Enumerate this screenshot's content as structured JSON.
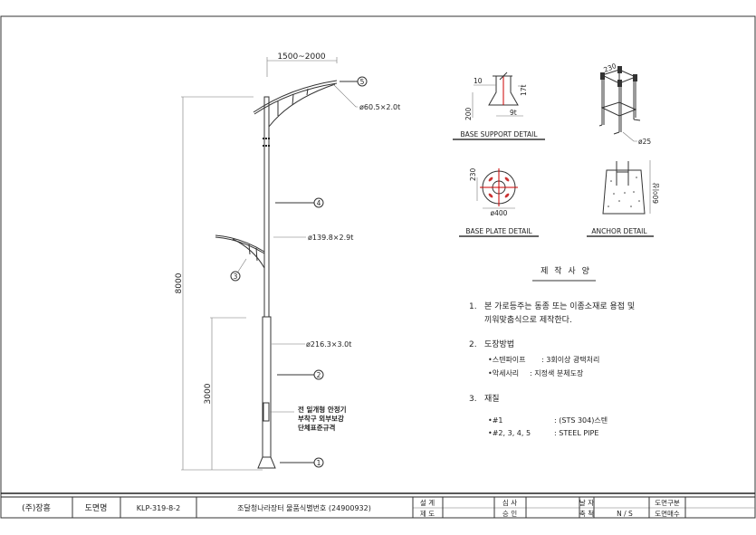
{
  "drawing": {
    "dimensions": {
      "arm_reach": "1500~2000",
      "total_height": "8000",
      "lower_height": "3000"
    },
    "callouts": {
      "arm_pipe": "ø60.5×2.0t",
      "upper_pipe": "ø139.8×2.9t",
      "lower_pipe": "ø216.3×3.0t",
      "ballast_note": [
        "전 일개형 안정기",
        "부착구 외부보강",
        "단체표준규격"
      ]
    },
    "part_numbers": [
      "1",
      "2",
      "3",
      "4",
      "5"
    ],
    "details": {
      "base_support": {
        "title": "BASE SUPPORT DETAIL",
        "dims": [
          "10",
          "17t",
          "200",
          "9t"
        ]
      },
      "anchor_cage": {
        "dims": [
          "230",
          "ø25"
        ]
      },
      "base_plate": {
        "title": "BASE PLATE DETAIL",
        "dims": [
          "230",
          "ø400"
        ]
      },
      "anchor": {
        "title": "ANCHOR DETAIL",
        "dims": [
          "60이상"
        ]
      }
    }
  },
  "spec": {
    "title": "제 작 사 양",
    "items": [
      {
        "num": "1.",
        "lines": [
          "본 가로등주는 동종 또는 이종소재로 용접 및",
          "끼워맞춤식으로 제작한다."
        ]
      },
      {
        "num": "2.",
        "lines": [
          "도장방법"
        ],
        "bullets": [
          [
            "•스텐파이프",
            ": 3회이상 광택처리"
          ],
          [
            "•악세사리",
            ": 지정색 분체도장"
          ]
        ]
      },
      {
        "num": "3.",
        "lines": [
          "재질"
        ],
        "bullets": [
          [
            "•#1",
            ": (STS 304)스텐"
          ],
          [
            "•#2, 3, 4, 5",
            ": STEEL PIPE"
          ]
        ]
      }
    ]
  },
  "title_block": {
    "company": "(주)장흥",
    "drawing_name_label": "도면명",
    "drawing_number": "KLP-319-8-2",
    "drawing_title": "조달청나라장터 물품식별번호 (24900932)",
    "design_label": "설 계",
    "draft_label": "제 도",
    "review_label": "심 사",
    "approve_label": "승 인",
    "date_label": "날 자",
    "scale_label": "축 척",
    "scale_value": "N / S",
    "category_label": "도면구분",
    "sheets_label": "도면매수"
  }
}
